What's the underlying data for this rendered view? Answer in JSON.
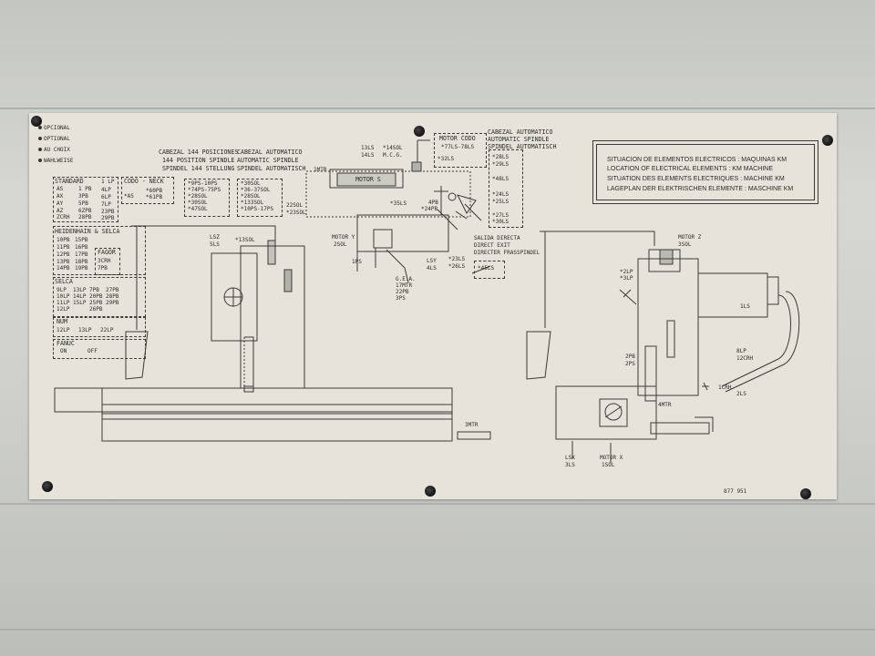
{
  "legend": {
    "opcional": "OPCIONAL",
    "optional": "OPTIONAL",
    "au_choix": "AU CHOIX",
    "wahlweise": "WAHLWEISE"
  },
  "title_box": {
    "es": "SITUACION DE ELEMENTOS ELECTRICOS : MAQUINAS KM",
    "en": "LOCATION OF ELECTRICAL ELEMENTS : KM MACHINE",
    "fr": "SITUATION DES ELEMENTS ELECTRIQUES : MACHINE KM",
    "de": "LAGEPLAN DER ELEKTRISCHEN ELEMENTE : MASCHINE KM"
  },
  "standard": {
    "header": "STANDARD",
    "rows": [
      [
        "AS",
        "1 PB",
        "1 LP"
      ],
      [
        "AX",
        "3PB",
        "4LP"
      ],
      [
        "AY",
        "5PB",
        "6LP"
      ],
      [
        "AZ",
        "6ZPB",
        "7LP"
      ],
      [
        "ZCRH",
        "28PB",
        "23PB"
      ]
    ],
    "extra": "29PB"
  },
  "codo_neck": {
    "header": "CODO - NECK",
    "items": [
      "*60PB",
      "*A5",
      "*61PB"
    ]
  },
  "cabezal144": {
    "lines": [
      "CABEZAL 144 POSICIONES",
      "144 POSITION SPINDLE",
      "SPINDEL 144 STELLUNG"
    ],
    "items": [
      "*9PS-10PS",
      "*74PS-75PS",
      "*28SOL",
      "*30SOL",
      "*47SOL"
    ]
  },
  "cabezal_auto": {
    "lines": [
      "CABEZAL AUTOMATICO",
      "AUTOMATIC SPINDLE",
      "SPINDEL AUTOMATISCH"
    ],
    "items": [
      "*30SOL",
      "*36-37SOL",
      "*28SOL",
      "*133SOL",
      "*10PS-17PS"
    ]
  },
  "cabezal_auto2": {
    "lines": [
      "CABEZAL AUTOMATICO",
      "AUTOMATIC SPINDLE",
      "SPINDEL AUTOMATISCH"
    ]
  },
  "motor_codo": {
    "header": "MOTOR CODO",
    "items": [
      "*77LS-78LS",
      "*32LS",
      "*28LS",
      "*29LS",
      "*48LS",
      "*24LS",
      "*25LS",
      "*27LS",
      "*30LS"
    ]
  },
  "heidenhain": {
    "header": "HEIDENHAIN & SELCA",
    "rows": [
      [
        "10PB",
        "15PB"
      ],
      [
        "11PB",
        "16PB"
      ],
      [
        "12PB",
        "17PB"
      ],
      [
        "13PB",
        "18PB"
      ],
      [
        "14PB",
        "19PB"
      ]
    ]
  },
  "fagor": {
    "header": "FAGOR",
    "items": [
      "3CRH",
      "7PB"
    ]
  },
  "selca": {
    "header": "SELCA",
    "rows": [
      [
        "9LP",
        "13LP",
        "7PB",
        "27PB"
      ],
      [
        "10LP",
        "14LP",
        "20PB",
        "28PB"
      ],
      [
        "11LP",
        "15LP",
        "25PB",
        "29PB"
      ],
      [
        "12LP",
        "",
        "26PB",
        ""
      ]
    ]
  },
  "num": {
    "header": "NUM",
    "items": [
      "12LP",
      "13LP",
      "22LP"
    ]
  },
  "fanuc": {
    "header": "FANUC",
    "items": [
      "ON",
      "OFF"
    ]
  },
  "labels": {
    "ls13_14": "13LS",
    "ls14": "14LS",
    "sol14": "*14SOL",
    "mcg": "M.C.G.",
    "mtr1": "1MTR",
    "motor_s": "MOTOR S",
    "ls35": "*35LS",
    "pb4": "4PB",
    "pb24": "*24PB",
    "sol22": "22SOL",
    "sol23": "*23SOL",
    "lsz": "LSZ",
    "ls5": "5LS",
    "sol13": "*13SOL",
    "motor_y": "MOTOR Y",
    "sol2": "2SOL",
    "ps1": "1PS",
    "gea": "G.E.A.",
    "mtr17": "17MTR",
    "pb22": "22PB",
    "ps3": "3PS",
    "lsy": "LSY",
    "ls4": "4LS",
    "ls23": "*23LS",
    "ls26": "*26LS",
    "ls45": "*45LS",
    "salida1": "SALIDA DIRECTA",
    "salida2": "DIRECT EXIT",
    "salida3": "DIRECTER FRASSPINDEL",
    "motor_z": "MOTOR Z",
    "sol3": "3SOL",
    "lp2": "*2LP",
    "lp3": "*3LP",
    "ls1": "1LS",
    "lp8": "8LP",
    "crh12": "12CRH",
    "crh1": "1CRH",
    "ls2": "2LS",
    "pb2": "2PB",
    "ps2": "2PS",
    "mtr4": "4MTR",
    "mtr3": "3MTR",
    "lsx": "LSX",
    "ls3": "3LS",
    "motor_x": "MOTOR X",
    "sol1": "1SOL",
    "part_no": "877 951"
  }
}
